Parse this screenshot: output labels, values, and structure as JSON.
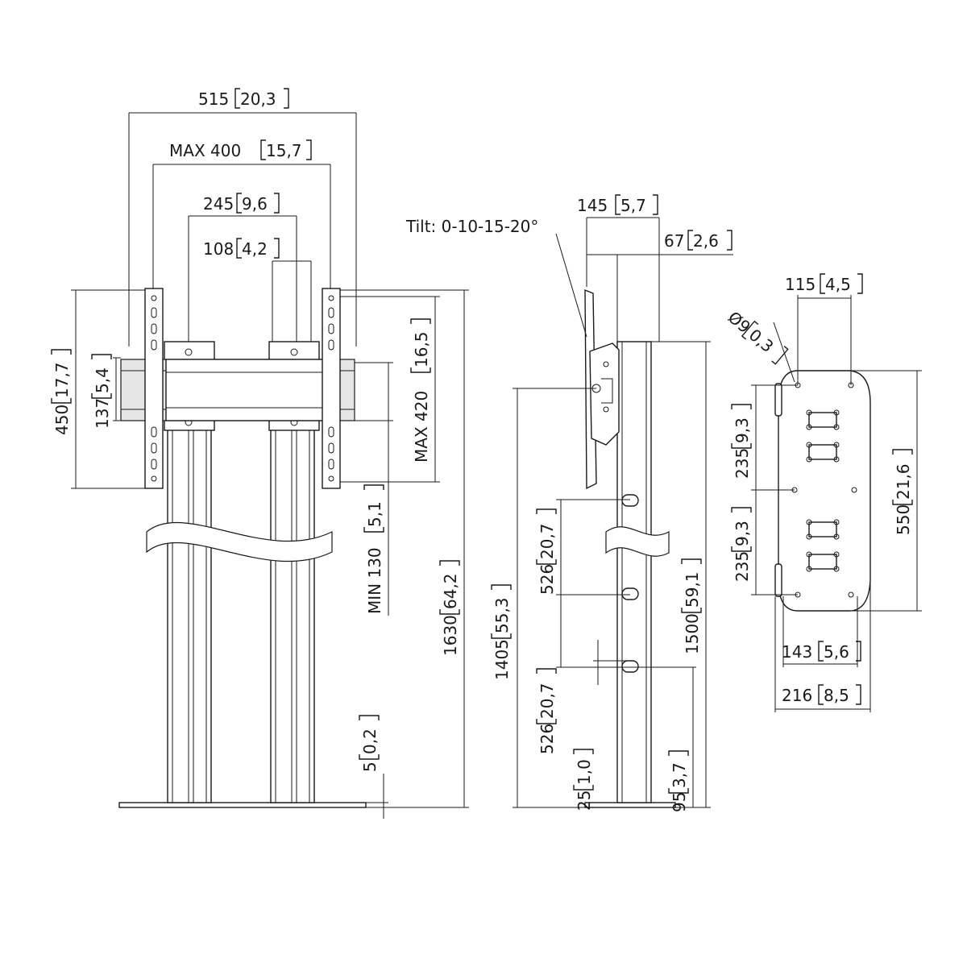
{
  "front_view": {
    "w515": {
      "value": "515",
      "inch": "20,3"
    },
    "max400": {
      "value": "MAX 400",
      "inch": "15,7"
    },
    "w245": {
      "value": "245",
      "inch": "9,6"
    },
    "w108": {
      "value": "108",
      "inch": "4,2"
    },
    "h450": {
      "value": "450",
      "inch": "17,7"
    },
    "h137": {
      "value": "137",
      "inch": "5,4"
    },
    "max420": {
      "value": "MAX 420",
      "inch": "16,5"
    },
    "min130": {
      "value": "MIN 130",
      "inch": "5,1"
    },
    "h1630": {
      "value": "1630",
      "inch": "64,2"
    },
    "h5": {
      "value": "5",
      "inch": "0,2"
    }
  },
  "side_view": {
    "tilt": "Tilt: 0-10-15-20°",
    "w145": {
      "value": "145",
      "inch": "5,7"
    },
    "w67": {
      "value": "67",
      "inch": "2,6"
    },
    "h526a": {
      "value": "526",
      "inch": "20,7"
    },
    "h526b": {
      "value": "526",
      "inch": "20,7"
    },
    "h1405": {
      "value": "1405",
      "inch": "55,3"
    },
    "h1500": {
      "value": "1500",
      "inch": "59,1"
    },
    "h25": {
      "value": "25",
      "inch": "1,0"
    },
    "h95": {
      "value": "95",
      "inch": "3,7"
    }
  },
  "base_view": {
    "w115": {
      "value": "115",
      "inch": "4,5"
    },
    "dia9": {
      "value": "Ø9",
      "inch": "0,3"
    },
    "h235a": {
      "value": "235",
      "inch": "9,3"
    },
    "h235b": {
      "value": "235",
      "inch": "9,3"
    },
    "h550": {
      "value": "550",
      "inch": "21,6"
    },
    "w143": {
      "value": "143",
      "inch": "5,6"
    },
    "w216": {
      "value": "216",
      "inch": "8,5"
    }
  }
}
